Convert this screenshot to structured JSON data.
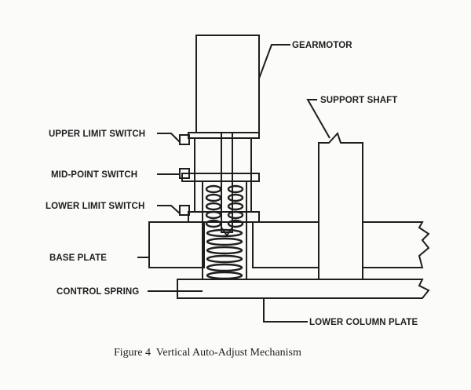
{
  "figure": {
    "labels": {
      "gearmotor": "GEARMOTOR",
      "support_shaft": "SUPPORT SHAFT",
      "upper_limit_switch": "UPPER LIMIT SWITCH",
      "mid_point_switch": "MID-POINT SWITCH",
      "lower_limit_switch": "LOWER LIMIT SWITCH",
      "base_plate": "BASE PLATE",
      "control_spring": "CONTROL SPRING",
      "lower_column_plate": "LOWER COLUMN PLATE"
    },
    "caption": "Figure 4  Vertical Auto-Adjust Mechanism"
  },
  "colors": {
    "ink": "#1e1e1e",
    "paper": "#fbfbfa"
  }
}
